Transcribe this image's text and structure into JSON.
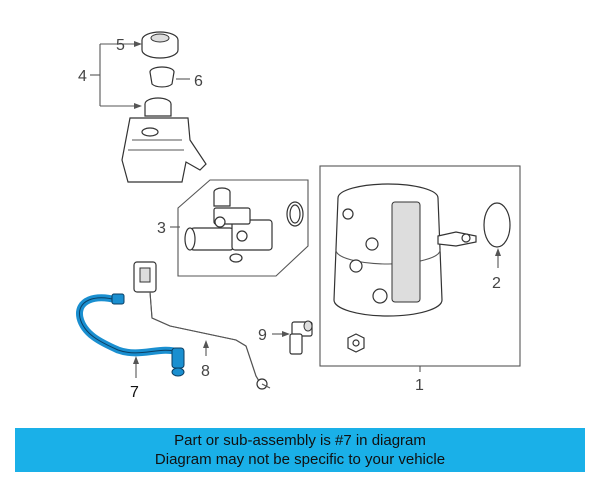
{
  "callouts": {
    "c1": "1",
    "c2": "2",
    "c3": "3",
    "c4": "4",
    "c5": "5",
    "c6": "6",
    "c7": "7",
    "c8": "8",
    "c9": "9"
  },
  "banner": {
    "line1": "Part or sub-assembly is #7 in diagram",
    "line2": "Diagram may not be specific to your vehicle"
  },
  "colors": {
    "highlight_part": "#1a8fd0",
    "banner_bg": "#1ab0e8"
  }
}
